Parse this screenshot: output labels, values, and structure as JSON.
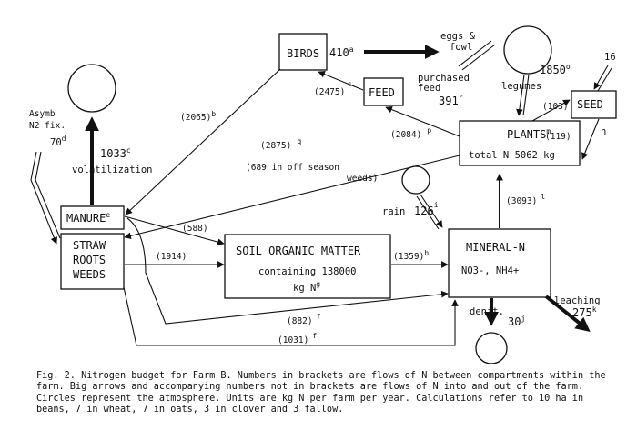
{
  "compartments": {
    "birds": "BIRDS",
    "feed": "FEED",
    "seed": "SEED",
    "plants_title": "PLANTS",
    "plants_sup": "m",
    "plants_total": "total N 5062 kg",
    "manure": "MANURE",
    "manure_sup": "e",
    "straw_line1": "STRAW",
    "straw_line2": "ROOTS",
    "straw_line3": "WEEDS",
    "som_title": "SOIL ORGANIC MATTER",
    "som_line2": "containing 138000",
    "som_line3": "kg N",
    "som_sup": "g",
    "mineral_title": "MINERAL-N",
    "mineral_line2": "NO3-, NH4+"
  },
  "flows": {
    "birds_out": "410",
    "birds_out_sup": "a",
    "eggs": "eggs &",
    "fowl": "fowl",
    "purchased": "purchased",
    "feed_word": "feed",
    "purchased_value": "391",
    "purchased_sup": "r",
    "feed_to_birds_sup": "s",
    "feed_to_birds": "(2475)",
    "birds_to_manure": "(2065)",
    "birds_to_manure_sup": "b",
    "legumes": "legumes",
    "legumes_value": "1850",
    "legumes_sup": "o",
    "seed_in": "16",
    "plants_to_seed": "(103)",
    "seed_to_plants": "(119)",
    "seed_to_plants_sup": "n",
    "plants_to_feed": "(2084)",
    "plants_to_feed_sup": "p",
    "plants_to_straw": "(2875)",
    "plants_to_straw_sup": "q",
    "off_season_1": "(689 in off season",
    "off_season_2": "weeds)",
    "asymb_1": "Asymb",
    "asymb_2": "N2 fix.",
    "asymb_value": "70",
    "asymb_sup": "d",
    "volatilization_value": "1033",
    "volatilization_sup": "c",
    "volatilization": "volatilization",
    "manure_to_som": "(588)",
    "straw_to_som": "(1914)",
    "som_to_mineral": "(1359)",
    "som_to_mineral_sup": "h",
    "manure_to_mineral": "(882)",
    "manure_to_mineral_sup": "f",
    "straw_to_mineral": "(1031)",
    "straw_to_mineral_sup": "f",
    "rain": "rain",
    "rain_value": "126",
    "rain_sup": "i",
    "mineral_to_plants": "(3093)",
    "mineral_to_plants_sup": "l",
    "leaching": "leaching",
    "leaching_value": "275",
    "leaching_sup": "k",
    "denit": "denit.",
    "denit_value": "30",
    "denit_sup": "j"
  },
  "caption": "Fig. 2.  Nitrogen budget for Farm B.  Numbers in brackets are flows of N between compartments within the farm.  Big arrows and accompanying numbers not in brackets are flows of N into and out of the farm.  Circles represent the atmosphere.  Units are kg N per farm per year.  Calculations refer to 10 ha in beans, 7 in wheat, 7 in oats, 3 in clover and 3 fallow."
}
